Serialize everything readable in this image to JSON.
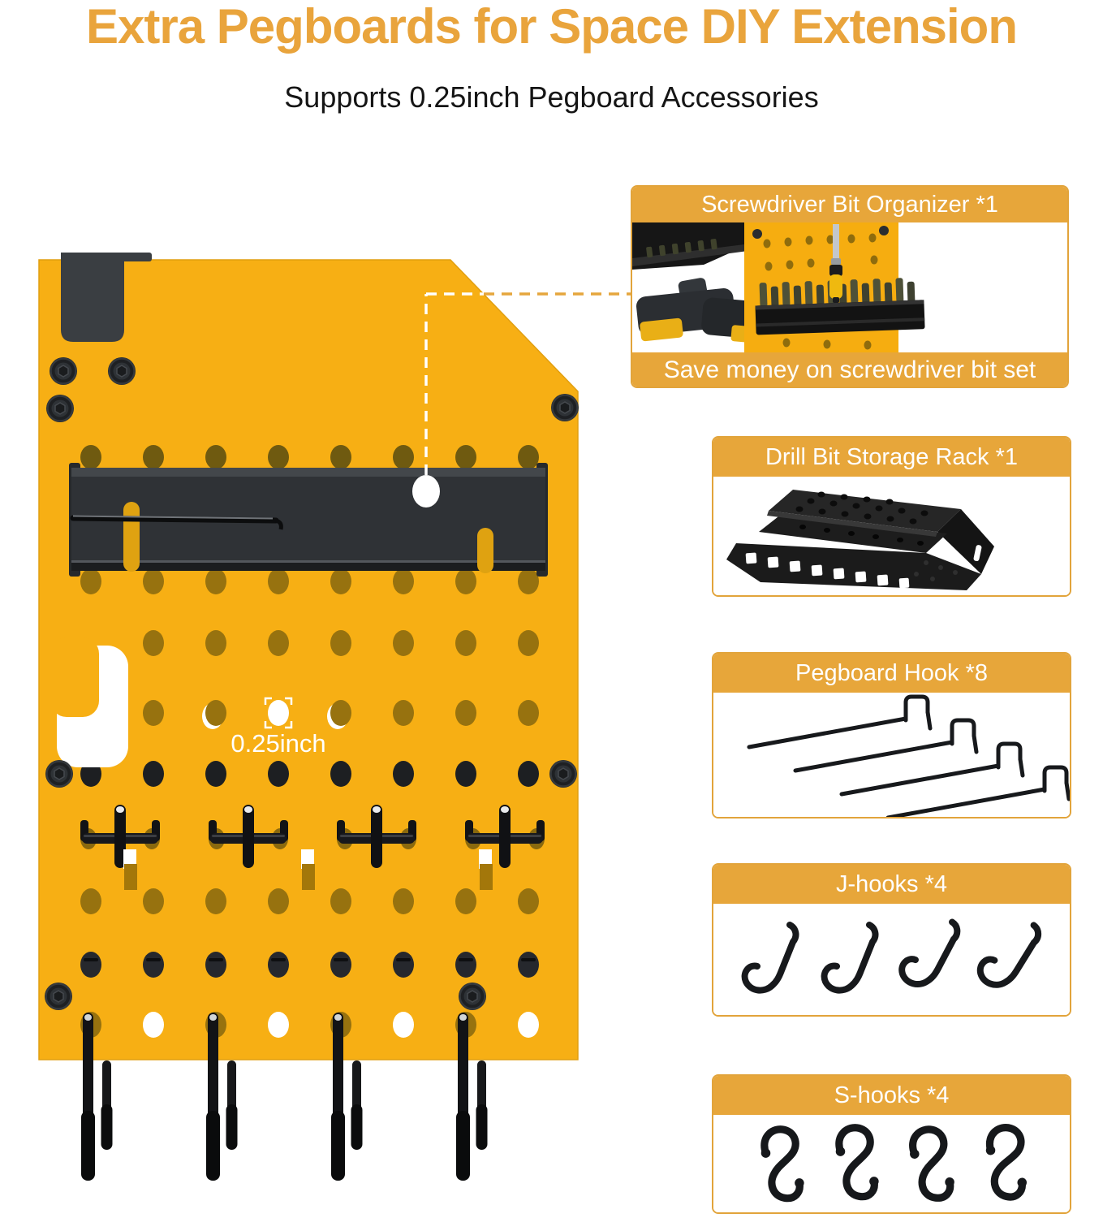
{
  "header": {
    "title": "Extra Pegboards for Space DIY Extension",
    "subtitle": "Supports 0.25inch Pegboard Accessories"
  },
  "board": {
    "hole_size_label": "0.25inch"
  },
  "cards": [
    {
      "title": "Screwdriver Bit Organizer *1",
      "caption": "Save money on screwdriver bit set"
    },
    {
      "title": "Drill Bit Storage Rack *1"
    },
    {
      "title": "Pegboard Hook *8"
    },
    {
      "title": "J-hooks *4"
    },
    {
      "title": "S-hooks *4"
    }
  ],
  "colors": {
    "title_text": "#E9A43C",
    "band_yellow": "#E7A63A",
    "board_yellow": "#F7AF14",
    "metal_black": "#2F3236",
    "callout_white": "#FFFFFF",
    "callout_yellow": "#E5A63D"
  }
}
